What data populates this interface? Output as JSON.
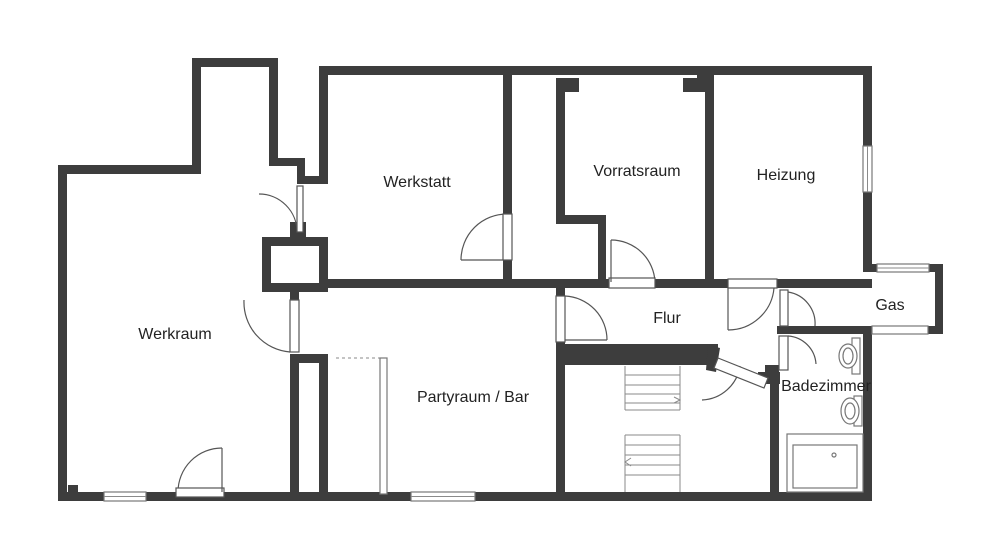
{
  "rooms": {
    "werkraum": "Werkraum",
    "werkstatt": "Werkstatt",
    "vorratsraum": "Vorratsraum",
    "heizung": "Heizung",
    "partyraum": "Partyraum / Bar",
    "flur": "Flur",
    "gas": "Gas",
    "badezimmer": "Badezimmer"
  },
  "colors": {
    "wall": "#3d3d3d",
    "background": "#ffffff"
  }
}
